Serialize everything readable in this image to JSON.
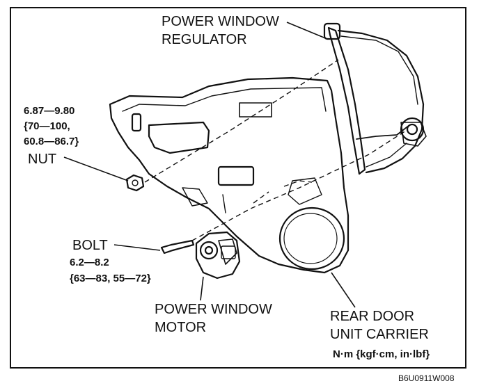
{
  "labels": {
    "regulator_line1": "POWER WINDOW",
    "regulator_line2": "REGULATOR",
    "nut": "NUT",
    "bolt": "BOLT",
    "motor_line1": "POWER WINDOW",
    "motor_line2": "MOTOR",
    "carrier_line1": "REAR DOOR",
    "carrier_line2": "UNIT CARRIER"
  },
  "torque_specs": {
    "nut_line1": "6.87—9.80",
    "nut_line2": "{70—100,",
    "nut_line3": "60.8—86.7}",
    "bolt_line1": "6.2—8.2",
    "bolt_line2": "{63—83, 55—72}"
  },
  "units": "N·m {kgf·cm, in·lbf}",
  "figure_code": "B6U0911W008"
}
